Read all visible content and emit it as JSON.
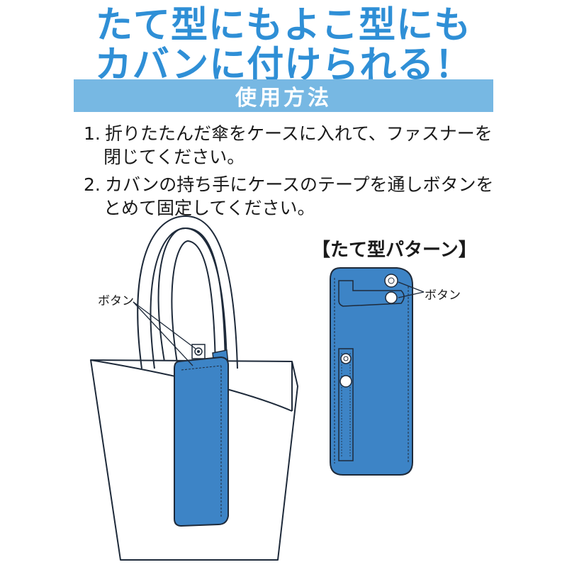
{
  "headline": {
    "line1": "たて型にもよこ型にも",
    "line2": "カバンに付けられる！"
  },
  "section_title": "使用方法",
  "steps": [
    {
      "number": "1.",
      "line1": "折りたたんだ傘をケースに入れて、ファスナーを",
      "line2": "閉じてください。"
    },
    {
      "number": "2.",
      "line1": "カバンの持ち手にケースのテープを通しボタンを",
      "line2": "とめて固定してください。"
    }
  ],
  "pattern_title": "【たて型パターン】",
  "labels": {
    "button_left": "ボタン",
    "button_right": "ボタン"
  },
  "colors": {
    "headline": "#2f8fd6",
    "band": "#77b8e3",
    "case_fill": "#3d84c6",
    "case_stroke": "#1e2a3a"
  }
}
